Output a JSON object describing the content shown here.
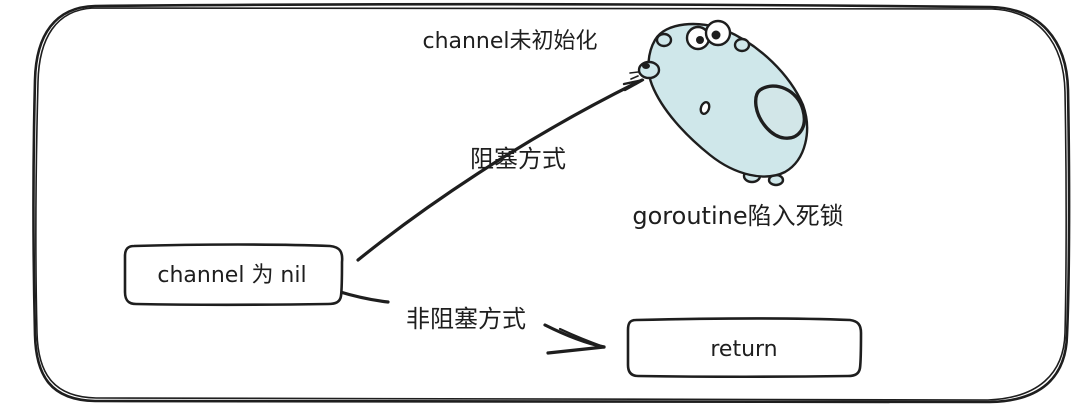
{
  "diagram": {
    "nodes": {
      "start": {
        "text": "channel 为 nil"
      },
      "end": {
        "text": "return"
      }
    },
    "edges": {
      "blocking": {
        "label": "阻塞方式"
      },
      "non_blocking": {
        "label": "非阻塞方式"
      }
    },
    "annotations": {
      "uninitialized": "channel未初始化",
      "deadlock": "goroutine陷入死锁"
    },
    "mascot": {
      "icon": "gopher-icon",
      "colors": {
        "body": "#cfe7ea",
        "outline": "#1e1e1e",
        "belly": "#d2e6e8"
      }
    }
  }
}
